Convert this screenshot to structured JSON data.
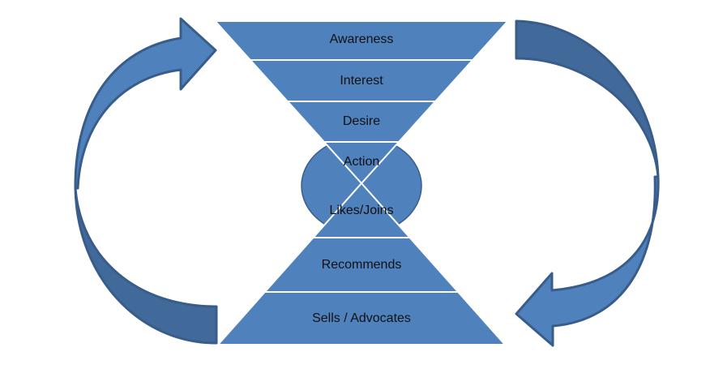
{
  "diagram": {
    "title": "",
    "type": "hourglass-funnel-cycle",
    "colors": {
      "fill": "#4f81bd",
      "outline": "#385d8a",
      "arrow_back": "#41699a",
      "separator": "#ffffff",
      "text": "#111111"
    },
    "top_funnel": {
      "stages": [
        {
          "label": "Awareness"
        },
        {
          "label": "Interest"
        },
        {
          "label": "Desire"
        },
        {
          "label": "Action"
        }
      ]
    },
    "bottom_funnel": {
      "stages": [
        {
          "label": "Likes/Joins"
        },
        {
          "label": "Recommends"
        },
        {
          "label": "Sells / Advocates"
        }
      ]
    },
    "arrows": [
      {
        "name": "left-cycle-arrow",
        "direction": "up-right",
        "from": "Sells / Advocates",
        "to": "Awareness"
      },
      {
        "name": "right-cycle-arrow",
        "direction": "down-left",
        "from": "Awareness",
        "to": "Sells / Advocates"
      }
    ]
  }
}
